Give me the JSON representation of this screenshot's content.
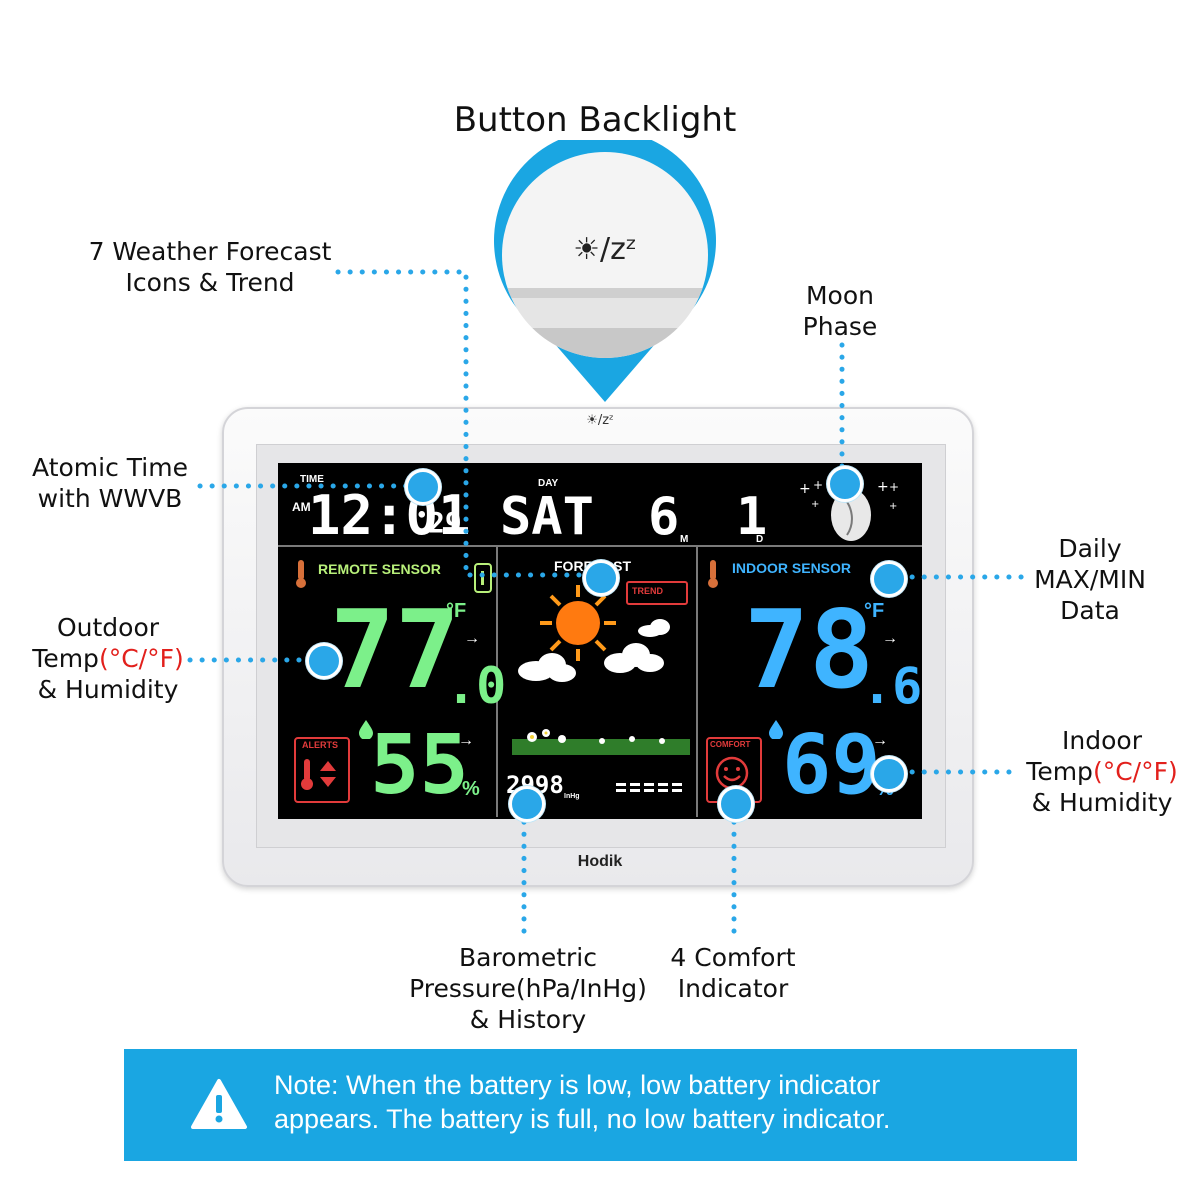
{
  "title": "Button Backlight",
  "backlight_icon": "☀/zᶻ",
  "brand": "Hodik",
  "labels": {
    "forecast": [
      "7 Weather Forecast",
      "Icons & Trend"
    ],
    "moon": [
      "Moon",
      "Phase"
    ],
    "atomic": [
      "Atomic Time",
      "with WWVB"
    ],
    "daily": [
      "Daily",
      "MAX/MIN",
      "Data"
    ],
    "outdoor": {
      "line1": "Outdoor",
      "temp_word": "Temp",
      "temp_unit": "(°C/°F)",
      "line3": "& Humidity"
    },
    "indoor": {
      "line1": "Indoor",
      "temp_word": "Temp",
      "temp_unit": "(°C/°F)",
      "line3": "& Humidity"
    },
    "barometric": [
      "Barometric",
      "Pressure(hPa/InHg)",
      "& History"
    ],
    "comfort": [
      "4 Comfort",
      "Indicator"
    ]
  },
  "note": {
    "line1": "Note:  When the battery is low, low battery indicator",
    "line2": "appears. The battery is full, no low battery indicator."
  },
  "display": {
    "time_label": "TIME",
    "am": "AM",
    "time": "12:01",
    "seconds": "29",
    "day_label": "DAY",
    "day": "SAT",
    "month": "6",
    "m": "M",
    "date": "1",
    "d": "D",
    "remote_label": "REMOTE SENSOR",
    "forecast_label": "FORECAST",
    "indoor_label": "INDOOR SENSOR",
    "trend_label": "TREND",
    "outdoor_temp_int": "77",
    "outdoor_temp_dec": ".0",
    "outdoor_unit": "°F",
    "outdoor_humidity": "55",
    "indoor_temp_int": "78",
    "indoor_temp_dec": ".6",
    "indoor_unit": "°F",
    "indoor_humidity": "69",
    "percent": "%",
    "alerts_label": "ALERTS",
    "comfort_label": "COMFORT",
    "pressure": "2998",
    "pressure_unit": "InHg",
    "colors": {
      "outdoor": "#7cf08a",
      "indoor": "#3fb4ff",
      "remote_header": "#b8f07a",
      "indoor_header": "#3fb4ff",
      "alert": "#e23b3b",
      "accent": "#1aa6e2"
    }
  }
}
